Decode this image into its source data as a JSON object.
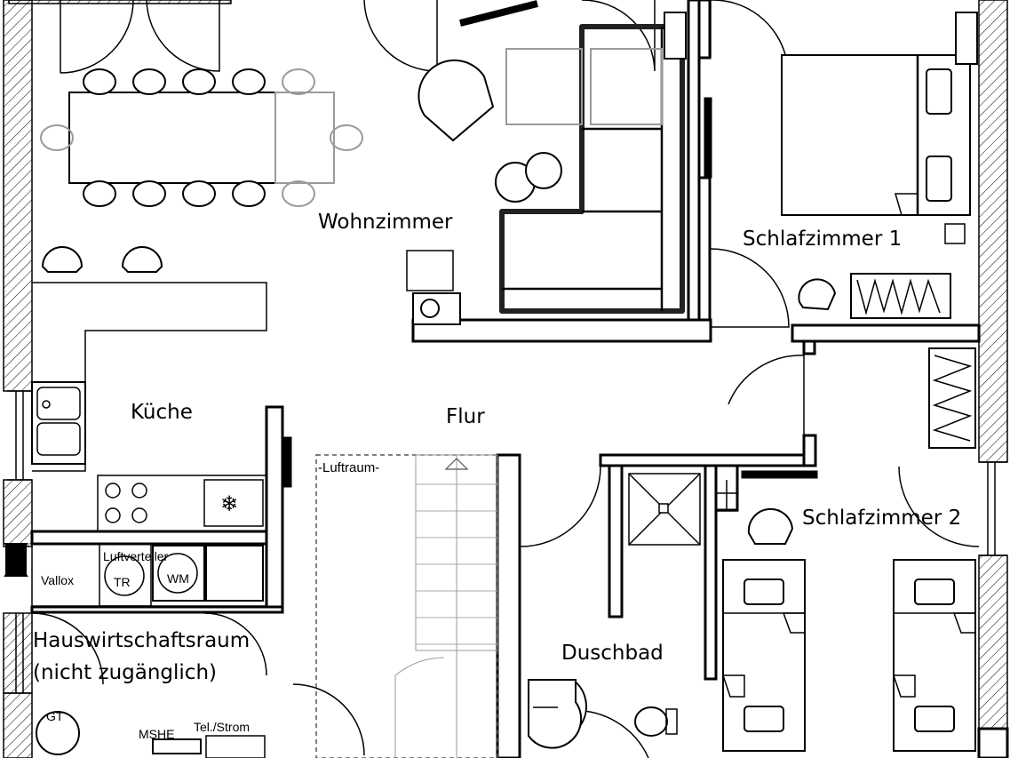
{
  "rooms": {
    "wohnzimmer": "Wohnzimmer",
    "schlafzimmer1": "Schlafzimmer 1",
    "kueche": "Küche",
    "flur": "Flur",
    "schlafzimmer2": "Schlafzimmer 2",
    "hauswirtschaftsraum_line1": "Hauswirtschaftsraum",
    "hauswirtschaftsraum_line2": "(nicht zugänglich)",
    "duschbad": "Duschbad"
  },
  "annotations": {
    "luftraum": "-Luftraum-",
    "luftverteiler": "Luftverteiler",
    "vallox": "Vallox",
    "tr": "TR",
    "wm": "WM",
    "gt": "GT",
    "mshe": "MSHE",
    "tel_strom": "Tel./Strom"
  }
}
